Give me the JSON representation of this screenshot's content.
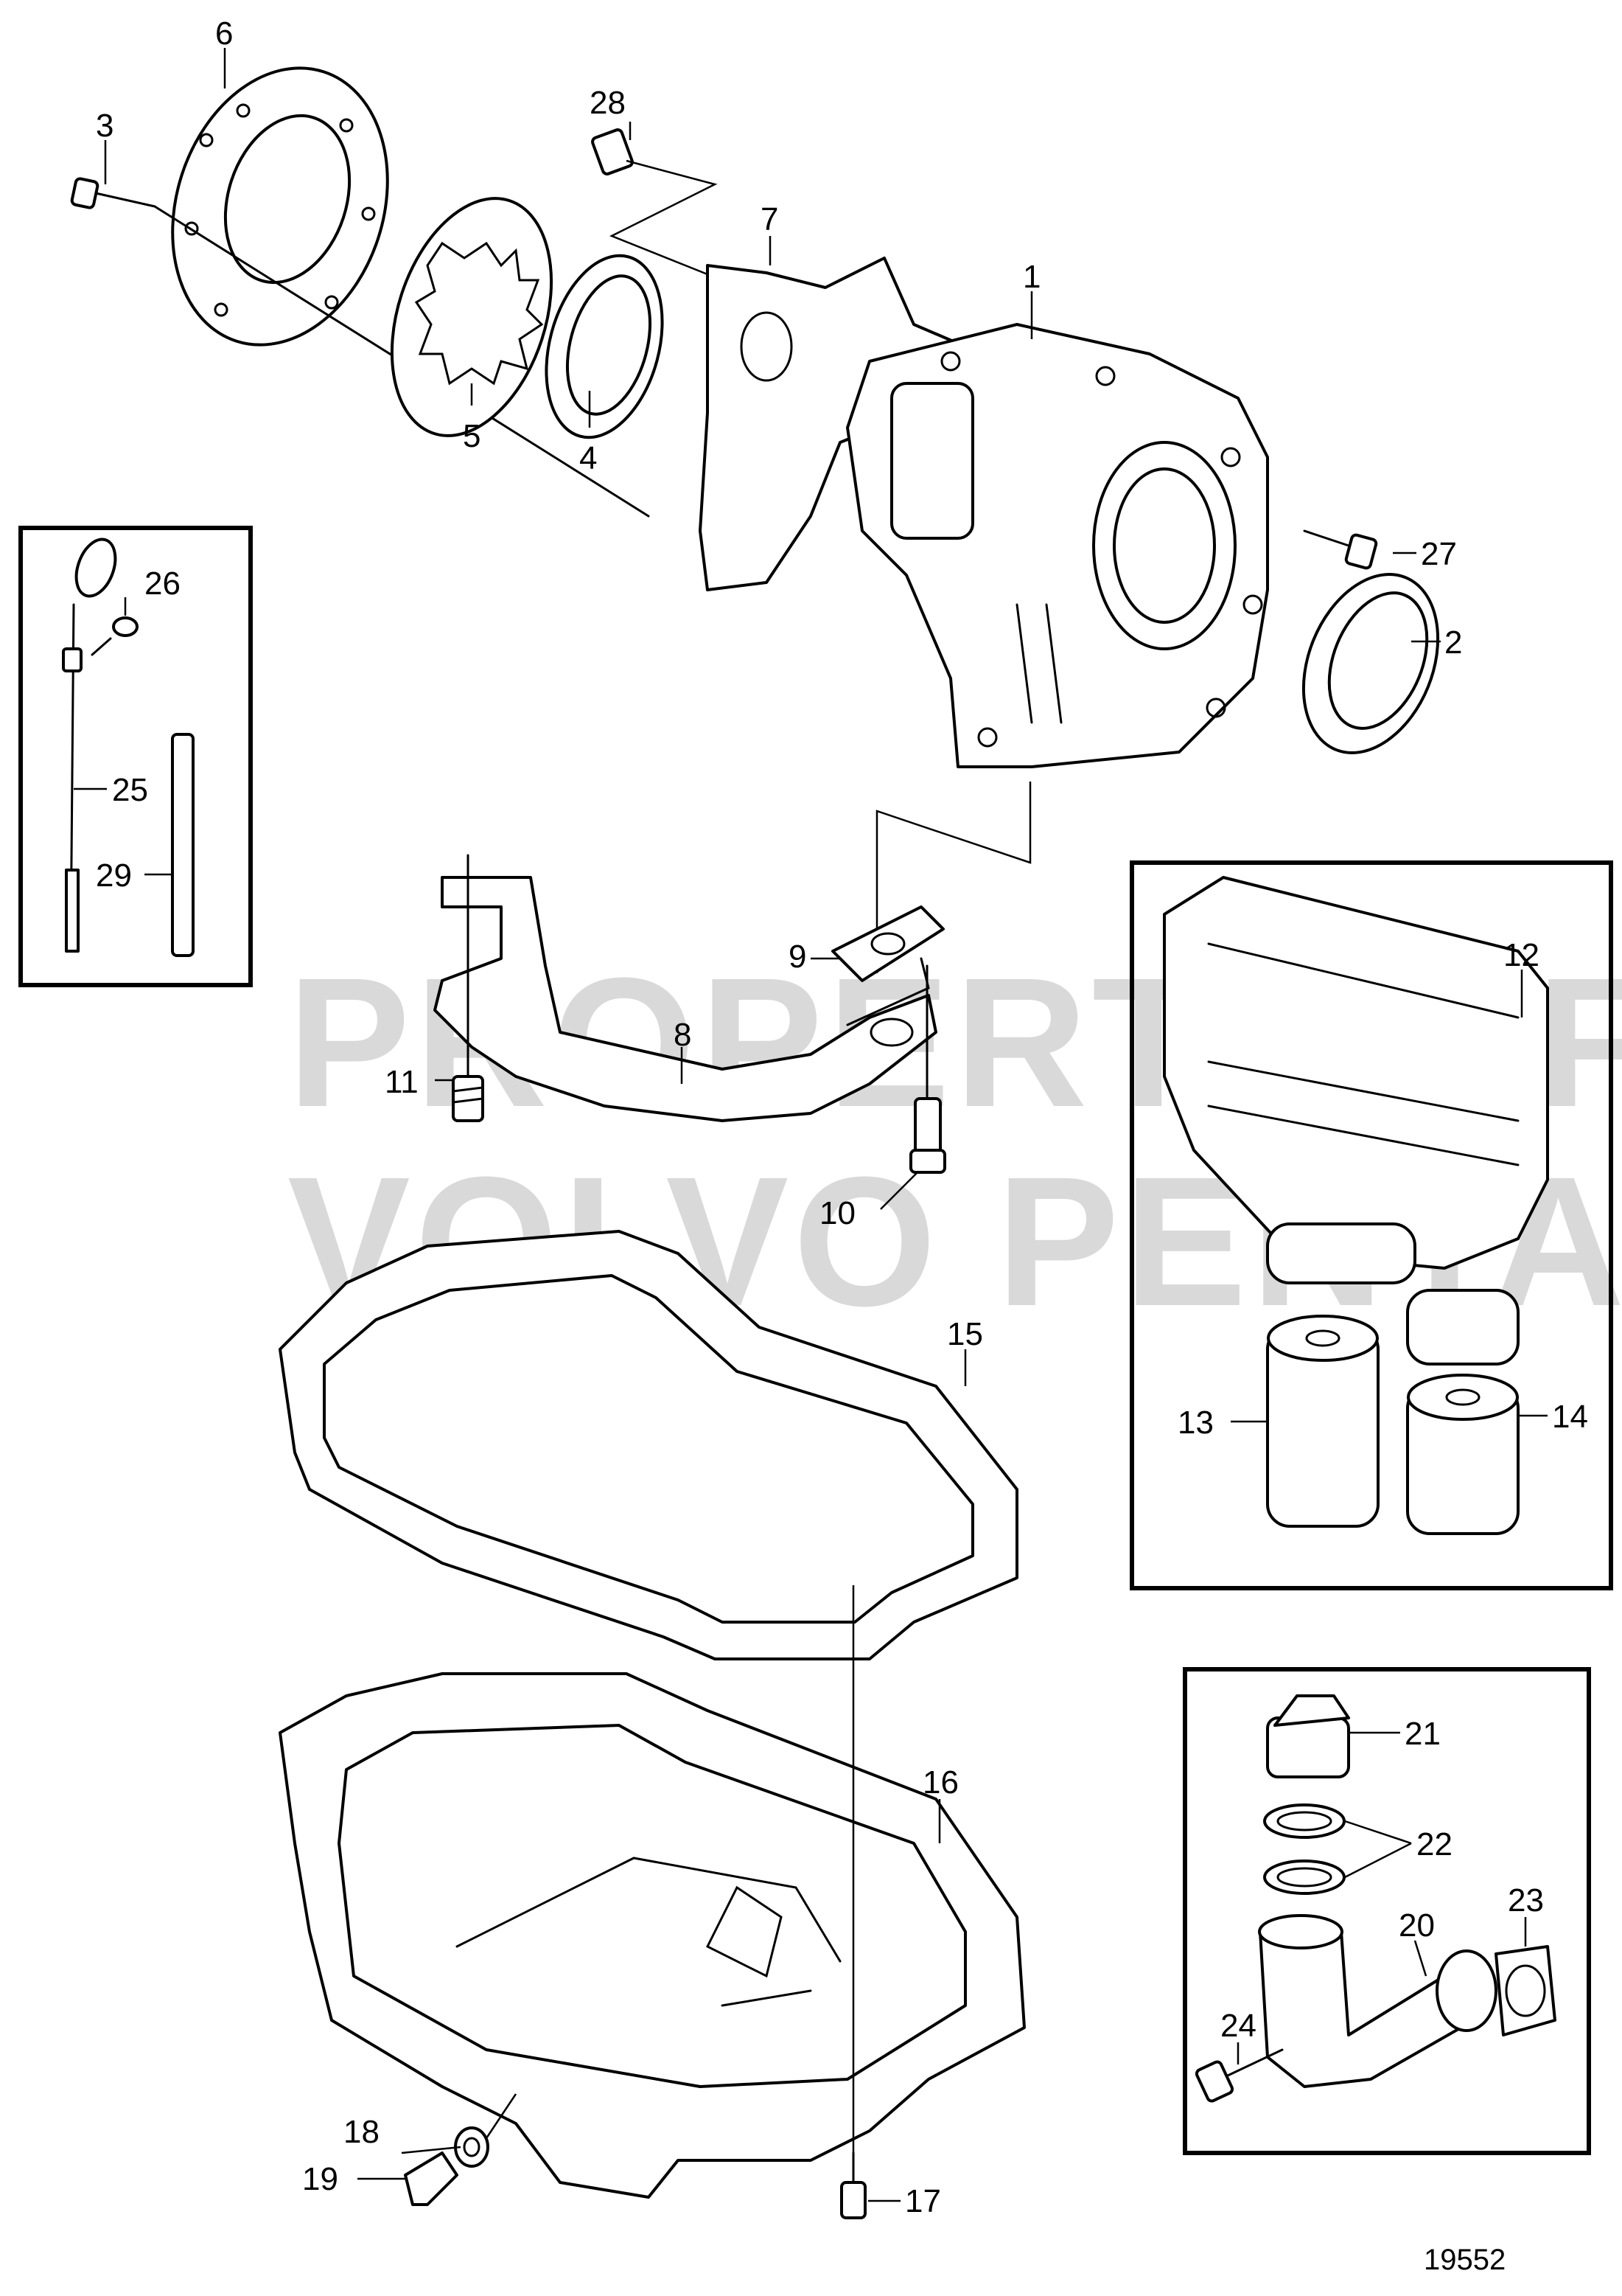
{
  "watermark": {
    "line1": "PROPERTY OF",
    "line2": "VOLVO PENTA"
  },
  "figure_number": "19552",
  "callouts": {
    "c1": "1",
    "c2": "2",
    "c3": "3",
    "c4": "4",
    "c5": "5",
    "c6": "6",
    "c7": "7",
    "c8": "8",
    "c9": "9",
    "c10": "10",
    "c11": "11",
    "c12": "12",
    "c13": "13",
    "c14": "14",
    "c15": "15",
    "c16": "16",
    "c17": "17",
    "c18": "18",
    "c19": "19",
    "c20": "20",
    "c21": "21",
    "c22": "22",
    "c23": "23",
    "c24": "24",
    "c25": "25",
    "c26": "26",
    "c27": "27",
    "c28": "28",
    "c29": "29"
  }
}
